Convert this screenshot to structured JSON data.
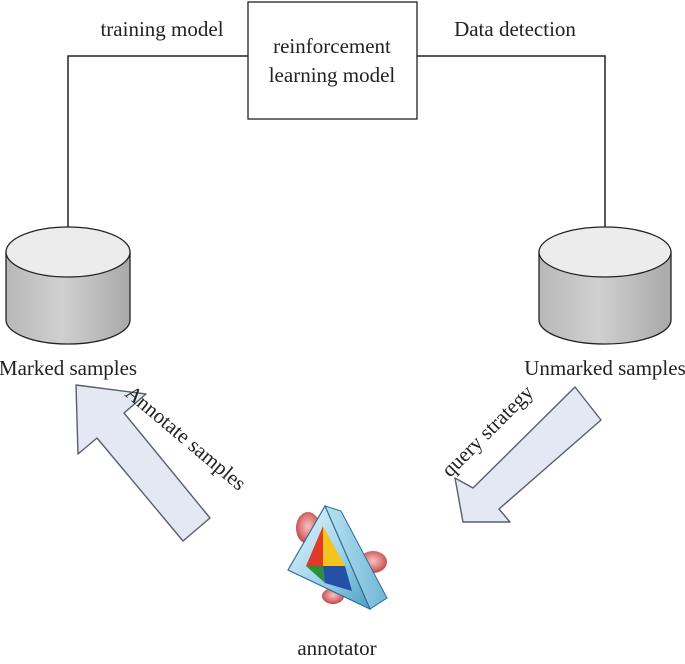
{
  "center_box": {
    "line1": "reinforcement",
    "line2": "learning model"
  },
  "left_edge_label": "training model",
  "right_edge_label": "Data detection",
  "left_store_label": "Marked samples",
  "right_store_label": "Unmarked samples",
  "left_arrow_label": "Annotate samples",
  "right_arrow_label": "query strategy",
  "annotator_label": "annotator",
  "icon_name": "annotator-prism-icon",
  "colors": {
    "line": "#222222",
    "arrow_fill": "#e3e8f2",
    "arrow_stroke": "#55606e",
    "cylinder_side": "#c4c4c4",
    "cylinder_top": "#ececec"
  }
}
